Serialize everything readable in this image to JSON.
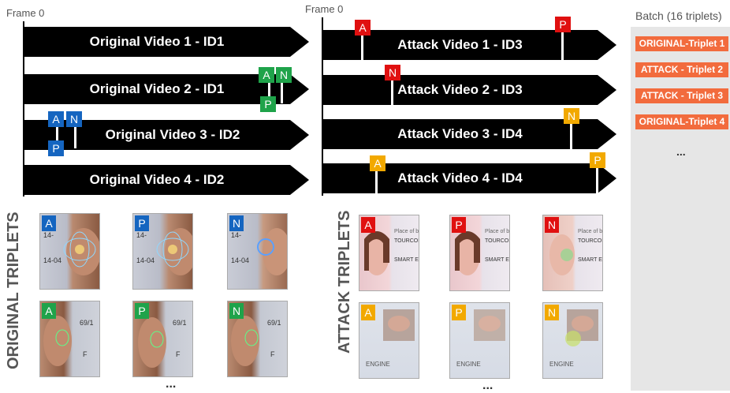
{
  "frame_label": "Frame 0",
  "batch_title": "Batch (16 triplets)",
  "original_videos": [
    {
      "label": "Original Video 1 - ID1"
    },
    {
      "label": "Original Video 2 - ID1"
    },
    {
      "label": "Original Video 3 - ID2"
    },
    {
      "label": "Original Video 4 - ID2"
    }
  ],
  "attack_videos": [
    {
      "label": "Attack Video 1 - ID3"
    },
    {
      "label": "Attack Video 2 - ID3"
    },
    {
      "label": "Attack Video 3 - ID4"
    },
    {
      "label": "Attack Video 4 - ID4"
    }
  ],
  "markers": {
    "a": "A",
    "p": "P",
    "n": "N"
  },
  "batch_items": [
    "ORIGINAL-Triplet  1",
    "ATTACK - Triplet 2",
    "ATTACK - Triplet 3",
    "ORIGINAL-Triplet  4"
  ],
  "ellipsis": "...",
  "original_triplets_label": "ORIGINAL TRIPLETS",
  "attack_triplets_label": "ATTACK TRIPLETS",
  "colors": {
    "original_marker": "#1565c0",
    "original_marker_2": "#1fa34a",
    "attack_marker": "#e01010",
    "attack_marker_2": "#f2a900",
    "batch_item": "#f26b3d"
  }
}
